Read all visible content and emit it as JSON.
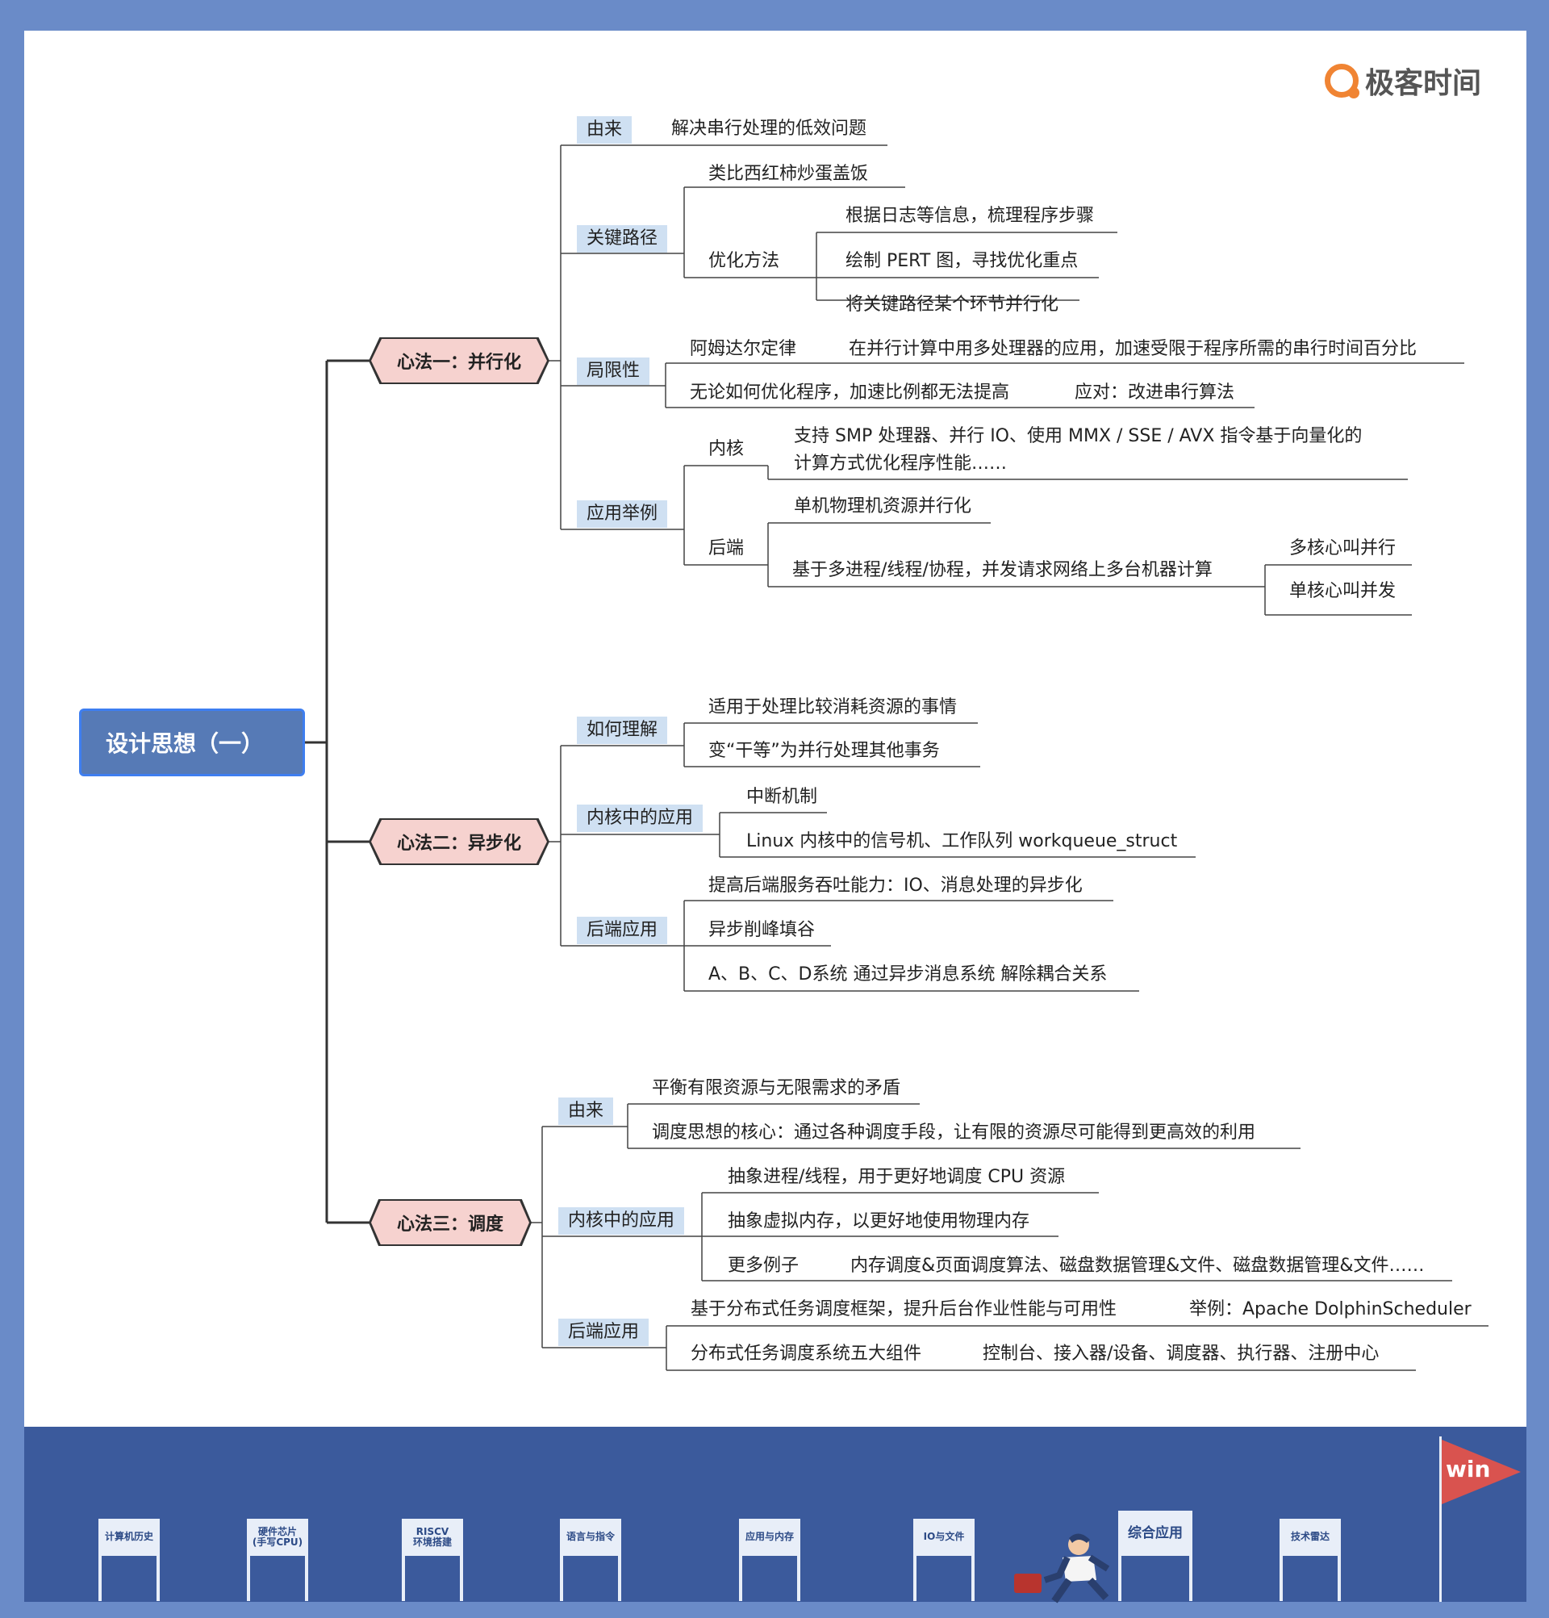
{
  "brand": {
    "name": "极客时间"
  },
  "root": "设计思想（一）",
  "branches": {
    "b1": {
      "title": "心法一：并行化",
      "origin": {
        "tag": "由来",
        "text": "解决串行处理的低效问题"
      },
      "critical_path": {
        "tag": "关键路径",
        "analogy": "类比西红柿炒蛋盖饭",
        "method": "优化方法",
        "m1": "根据日志等信息，梳理程序步骤",
        "m2": "绘制 PERT 图，寻找优化重点",
        "m3": "将关键路径某个环节并行化"
      },
      "limits": {
        "tag": "局限性",
        "amdahl": "阿姆达尔定律",
        "amdahl_desc": "在并行计算中用多处理器的应用，加速受限于程序所需的串行时间百分比",
        "nomatter": "无论如何优化程序，加速比例都无法提高",
        "response": "应对：改进串行算法"
      },
      "examples": {
        "tag": "应用举例",
        "kernel": "内核",
        "kernel_desc1": "支持 SMP 处理器、并行 IO、使用 MMX / SSE / AVX 指令基于向量化的",
        "kernel_desc2": "计算方式优化程序性能……",
        "backend": "后端",
        "be1": "单机物理机资源并行化",
        "be2": "基于多进程/线程/协程，并发请求网络上多台机器计算",
        "multi": "多核心叫并行",
        "single": "单核心叫并发"
      }
    },
    "b2": {
      "title": "心法二：异步化",
      "understand": {
        "tag": "如何理解",
        "u1": "适用于处理比较消耗资源的事情",
        "u2": "变“干等”为并行处理其他事务"
      },
      "kernel": {
        "tag": "内核中的应用",
        "k1": "中断机制",
        "k2": "Linux 内核中的信号机、工作队列 workqueue_struct"
      },
      "backend": {
        "tag": "后端应用",
        "a1": "提高后端服务吞吐能力：IO、消息处理的异步化",
        "a2": "异步削峰填谷",
        "a3": "A、B、C、D系统 通过异步消息系统 解除耦合关系"
      }
    },
    "b3": {
      "title": "心法三：调度",
      "origin": {
        "tag": "由来",
        "o1": "平衡有限资源与无限需求的矛盾",
        "o2": "调度思想的核心：通过各种调度手段，让有限的资源尽可能得到更高效的利用"
      },
      "kernel": {
        "tag": "内核中的应用",
        "k1": "抽象进程/线程，用于更好地调度 CPU 资源",
        "k2": "抽象虚拟内存，以更好地使用物理内存",
        "k3": "更多例子",
        "k3_desc": "内存调度&页面调度算法、磁盘数据管理&文件、磁盘数据管理&文件……"
      },
      "backend": {
        "tag": "后端应用",
        "a1": "基于分布式任务调度框架，提升后台作业性能与可用性",
        "a1_ex": "举例：Apache DolphinScheduler",
        "a2": "分布式任务调度系统五大组件",
        "a2_desc": "控制台、接入器/设备、调度器、执行器、注册中心"
      }
    }
  },
  "journey": {
    "doors": [
      "计算机历史",
      "硬件芯片\n(手写CPU)",
      "RISCV\n环境搭建",
      "语言与指令",
      "应用与内存",
      "IO与文件",
      "综合应用",
      "技术雷达"
    ],
    "flag": "win"
  },
  "colors": {
    "frame": "#6a8bc8",
    "root_fill": "#567ab6",
    "hex_fill": "#f6d2cf",
    "tag_fill": "#cfe0f2",
    "band": "#3b5a9c",
    "flag": "#d9534f",
    "brand": "#f08433"
  }
}
